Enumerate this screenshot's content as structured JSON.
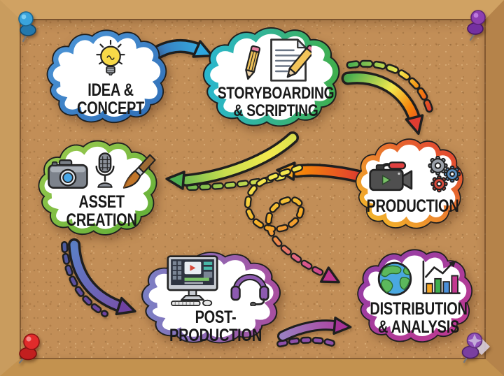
{
  "palette": {
    "cork": "#c28e57",
    "frame": "#c69758",
    "cloud_fill": "#ffffff",
    "outline": "#1f1f1f"
  },
  "nodes": [
    {
      "id": "idea-concept",
      "label": "IDEA &\nCONCEPT",
      "icons": [
        "lightbulb-icon"
      ],
      "border_colors": [
        "#4e97d8",
        "#2f6db5"
      ]
    },
    {
      "id": "storyboarding-scripting",
      "label": "STORYBOARDING\n& SCRIPTING",
      "icons": [
        "pencil-icon",
        "script-document-icon"
      ],
      "border_colors": [
        "#2ab7cd",
        "#3faf4e"
      ]
    },
    {
      "id": "production",
      "label": "PRODUCTION",
      "icons": [
        "video-camera-icon",
        "gears-icon"
      ],
      "border_colors": [
        "#f5a623",
        "#e03c31"
      ]
    },
    {
      "id": "asset-creation",
      "label": "ASSET\nCREATION",
      "icons": [
        "camera-icon",
        "microphone-icon",
        "paintbrush-icon"
      ],
      "border_colors": [
        "#9ccb50",
        "#5fae36"
      ]
    },
    {
      "id": "post-production",
      "label": "POST-PRODUCTION",
      "icons": [
        "editing-monitor-icon",
        "headphones-icon"
      ],
      "border_colors": [
        "#7b7fc4",
        "#a84fa0"
      ]
    },
    {
      "id": "distribution-analysis",
      "label": "DISTRIBUTION\n& ANALYSIS",
      "icons": [
        "globe-icon",
        "bar-chart-icon"
      ],
      "border_colors": [
        "#8e3fa8",
        "#c2398f"
      ]
    }
  ],
  "arrows": [
    {
      "from": "idea-concept",
      "to": "storyboarding-scripting",
      "style": "solid",
      "colors": [
        "#3a5fae",
        "#35aadf"
      ]
    },
    {
      "from": "storyboarding-scripting",
      "to": "production",
      "style": "solid-with-dashed",
      "colors": [
        "#4caf50",
        "#f3e94e",
        "#f5820a",
        "#e03c31"
      ]
    },
    {
      "from": "production",
      "to": "asset-creation",
      "style": "solid",
      "colors": [
        "#e03c31",
        "#f5a623"
      ]
    },
    {
      "from": "storyboarding-scripting",
      "to": "asset-creation",
      "style": "solid-with-dashed",
      "colors": [
        "#f3e94e",
        "#c8dd4e",
        "#4caf50"
      ]
    },
    {
      "from": "storyboarding-scripting",
      "to": "distribution-analysis",
      "style": "dashed-loop",
      "colors": [
        "#f3e94e",
        "#f5a623",
        "#c2398f"
      ]
    },
    {
      "from": "asset-creation",
      "to": "post-production",
      "style": "solid-with-dashed",
      "colors": [
        "#5b7fc7",
        "#7a4fa8"
      ]
    },
    {
      "from": "post-production",
      "to": "distribution-analysis",
      "style": "solid-with-dashed",
      "colors": [
        "#9a7fc0",
        "#b0399b"
      ]
    }
  ],
  "pins": [
    {
      "position": "top-left",
      "color": "#2f9ad0"
    },
    {
      "position": "top-right",
      "color": "#8d3fb0"
    },
    {
      "position": "bottom-left",
      "color": "#e02b2b"
    },
    {
      "position": "bottom-right",
      "color": "#9050b8"
    }
  ]
}
